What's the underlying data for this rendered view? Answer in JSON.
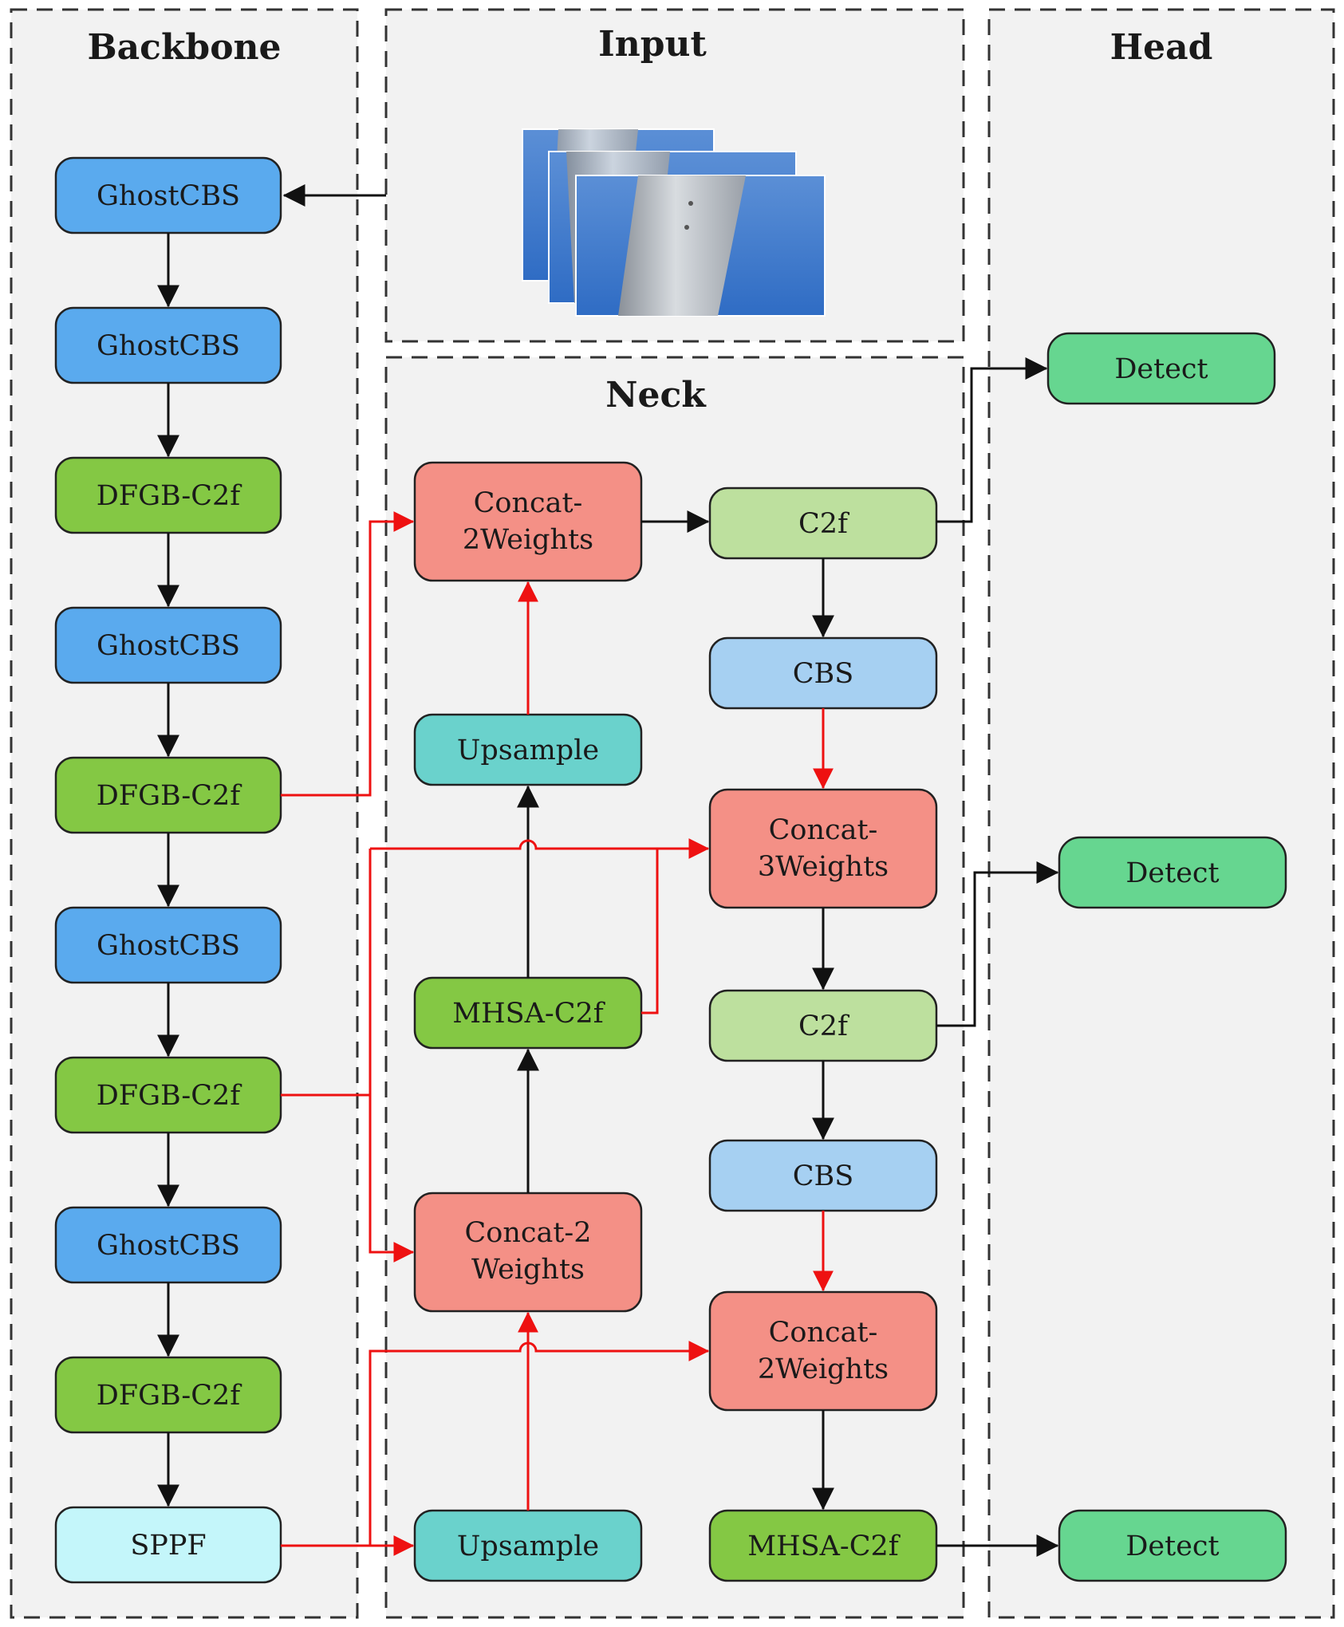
{
  "panels": {
    "backbone": "Backbone",
    "input": "Input",
    "neck": "Neck",
    "head": "Head"
  },
  "colors": {
    "panel_bg": "#f2f2f2",
    "ghostcbs": "#5aaaee",
    "dfgb": "#84c844",
    "sppf": "#c4f6fa",
    "concat": "#f49086",
    "upsample": "#6ad2cc",
    "mhsa": "#84c844",
    "c2f": "#bde09e",
    "cbs": "#a6d0f2",
    "detect": "#66d690",
    "black_arrow": "#111111",
    "red_arrow": "#ee1111"
  },
  "backbone": {
    "ghost1": "GhostCBS",
    "ghost2": "GhostCBS",
    "dfgb1": "DFGB-C2f",
    "ghost3": "GhostCBS",
    "dfgb2": "DFGB-C2f",
    "ghost4": "GhostCBS",
    "dfgb3": "DFGB-C2f",
    "ghost5": "GhostCBS",
    "dfgb4": "DFGB-C2f",
    "sppf": "SPPF"
  },
  "neck": {
    "concat_top": [
      "Concat-",
      "2Weights"
    ],
    "upsample_top": "Upsample",
    "mhsa": "MHSA-C2f",
    "concat_mid": [
      "Concat-2",
      "Weights"
    ],
    "upsample_bottom": "Upsample",
    "c2f_top": "C2f",
    "cbs_top": "CBS",
    "concat3": [
      "Concat-",
      "3Weights"
    ],
    "c2f_mid": "C2f",
    "cbs_bottom": "CBS",
    "concat_bottom": [
      "Concat-",
      "2Weights"
    ],
    "mhsa_out": "MHSA-C2f"
  },
  "head": {
    "detect1": "Detect",
    "detect2": "Detect",
    "detect3": "Detect"
  }
}
